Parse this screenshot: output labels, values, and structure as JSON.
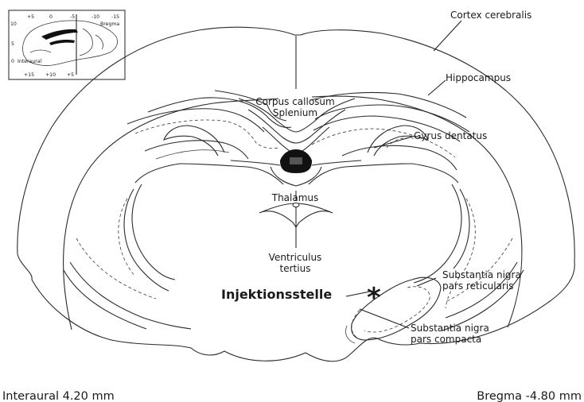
{
  "labels": {
    "cortex": "Cortex cerebralis",
    "hippocampus": "Hippocampus",
    "corpus_callosum_1": "Corpus callosum",
    "corpus_callosum_2": "Splenium",
    "gyrus": "Gyrus dentatus",
    "thalamus": "Thalamus",
    "ventriculus_1": "Ventriculus",
    "ventriculus_2": "tertius",
    "snr_1": "Substantia nigra",
    "snr_2": "pars reticularis",
    "snc_1": "Substantia nigra",
    "snc_2": "pars compacta",
    "injection": "Injektionsstelle",
    "asterisk": "*"
  },
  "footer": {
    "interaural": "Interaural 4.20 mm",
    "bregma": "Bregma -4.80 mm"
  },
  "inset": {
    "top_ticks": [
      "+5",
      "0",
      "-5",
      "-10",
      "-15"
    ],
    "left_ticks": [
      "10",
      "5",
      "0"
    ],
    "bottom_ticks": [
      "+15",
      "+10",
      "+5"
    ],
    "bregma_label": "Bregma",
    "interaural_label": "Interaural"
  }
}
